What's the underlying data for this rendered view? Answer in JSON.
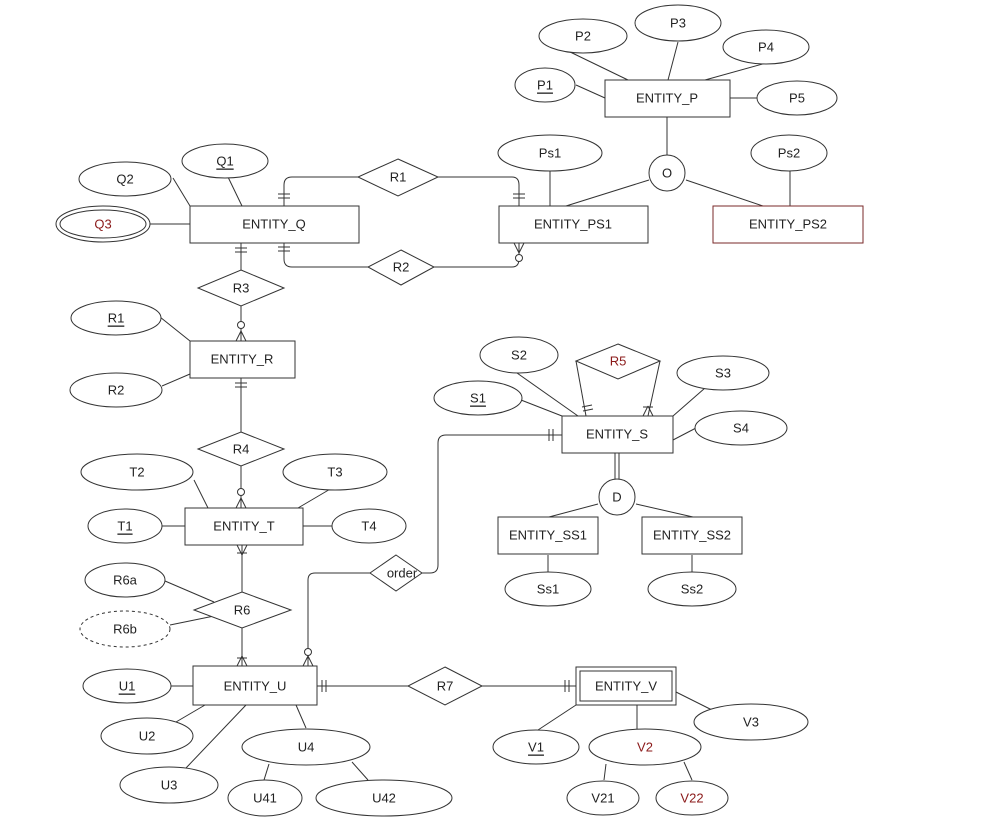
{
  "colors": {
    "stroke": "#333333",
    "text": "#222222",
    "accent_red": "#8b1a1a"
  },
  "entities": {
    "entity_p": "ENTITY_P",
    "entity_q": "ENTITY_Q",
    "entity_ps1": "ENTITY_PS1",
    "entity_ps2": "ENTITY_PS2",
    "entity_r": "ENTITY_R",
    "entity_s": "ENTITY_S",
    "entity_t": "ENTITY_T",
    "entity_ss1": "ENTITY_SS1",
    "entity_ss2": "ENTITY_SS2",
    "entity_u": "ENTITY_U",
    "entity_v": "ENTITY_V"
  },
  "relationships": {
    "r1": "R1",
    "r2": "R2",
    "r3": "R3",
    "r4": "R4",
    "r5": "R5",
    "r6": "R6",
    "r7": "R7",
    "order": "order"
  },
  "specializations": {
    "p": "O",
    "s": "D"
  },
  "attributes": {
    "p1": "P1",
    "p2": "P2",
    "p3": "P3",
    "p4": "P4",
    "p5": "P5",
    "ps1": "Ps1",
    "ps2": "Ps2",
    "q1": "Q1",
    "q2": "Q2",
    "q3": "Q3",
    "r1": "R1",
    "r2": "R2",
    "s1": "S1",
    "s2": "S2",
    "s3": "S3",
    "s4": "S4",
    "ss1": "Ss1",
    "ss2": "Ss2",
    "t1": "T1",
    "t2": "T2",
    "t3": "T3",
    "t4": "T4",
    "r6a": "R6a",
    "r6b": "R6b",
    "u1": "U1",
    "u2": "U2",
    "u3": "U3",
    "u4": "U4",
    "u41": "U41",
    "u42": "U42",
    "v1": "V1",
    "v2": "V2",
    "v21": "V21",
    "v22": "V22",
    "v3": "V3"
  }
}
